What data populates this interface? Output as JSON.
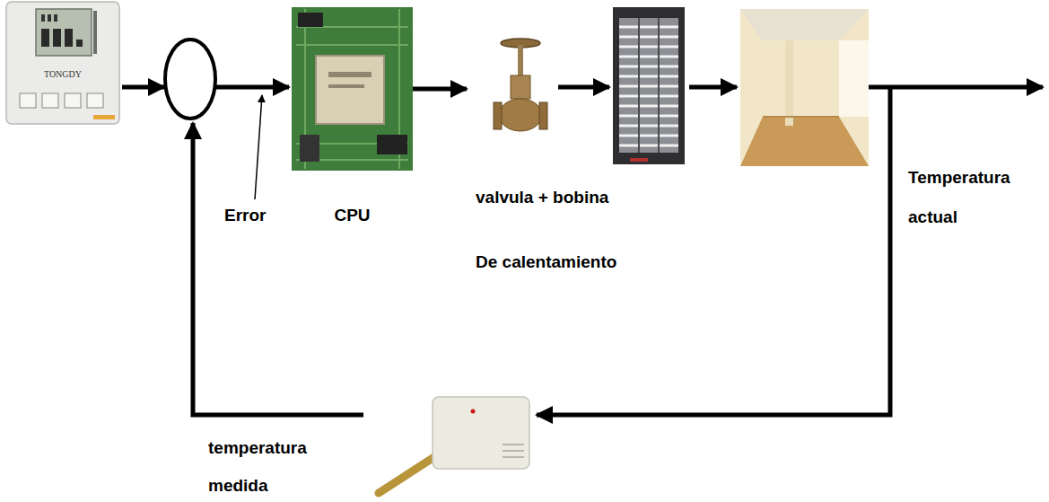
{
  "diagram": {
    "nodes": [
      {
        "text": [
          "TONGDY"
        ]
      },
      {
        "text": [
          "CPU"
        ]
      },
      {
        "text": [
          "valvula + bobina De calentamiento"
        ]
      },
      {
        "text": [
          "temperatura medida"
        ]
      }
    ],
    "edges": [
      {
        "from": 1,
        "to": 2,
        "arrow": "to"
      }
    ],
    "labels": [
      "Error",
      "Temperatura actual"
    ]
  }
}
